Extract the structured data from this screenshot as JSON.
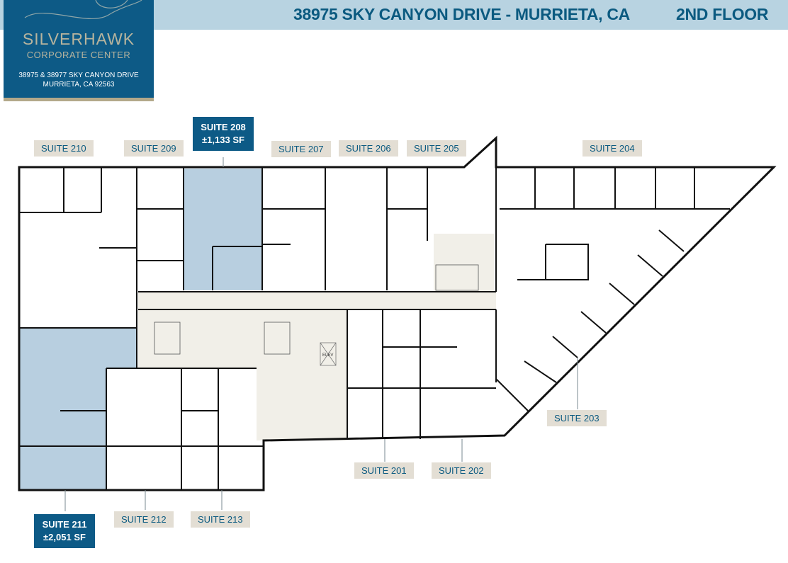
{
  "header": {
    "address_title": "38975 SKY CANYON DRIVE - MURRIETA, CA",
    "floor": "2ND FLOOR"
  },
  "logo": {
    "name_line1": "SILVERHAWK",
    "name_line2": "CORPORATE CENTER",
    "address_line1": "38975 & 38977 SKY CANYON DRIVE",
    "address_line2": "MURRIETA, CA 92563"
  },
  "suites": {
    "s210": "SUITE 210",
    "s209": "SUITE 209",
    "s207": "SUITE 207",
    "s206": "SUITE 206",
    "s205": "SUITE 205",
    "s204": "SUITE 204",
    "s203": "SUITE 203",
    "s201": "SUITE 201",
    "s202": "SUITE 202",
    "s212": "SUITE 212",
    "s213": "SUITE 213"
  },
  "available": [
    {
      "name": "SUITE 208",
      "area": "±1,133 SF"
    },
    {
      "name": "SUITE 211",
      "area": "±2,051 SF"
    }
  ],
  "plan": {
    "elevator_label": "ELEV"
  },
  "colors": {
    "brand": "#0d5a86",
    "header_band": "#b8d3e1",
    "available_fill": "#b8cfe0",
    "common_area": "#f1efe8",
    "label_bg": "#e3ded4"
  }
}
